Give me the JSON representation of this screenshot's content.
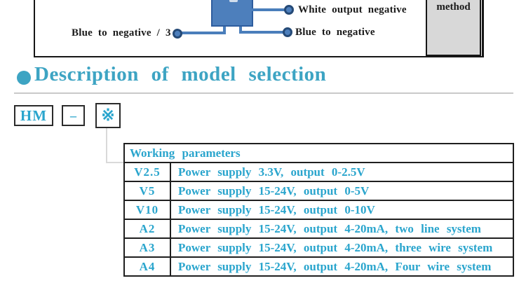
{
  "wiring_diagram": {
    "labels": {
      "white_output_negative": "White output negative",
      "blue_to_negative_slash_3": "Blue to negative / 3",
      "blue_to_negative": "Blue to negative",
      "method": "method"
    },
    "colors": {
      "wire_blue": "#4a7ebb",
      "sensor_box_fill": "#4d7fbc",
      "sensor_box_border": "#2e5d9e",
      "terminal_dot_ring": "#254a77",
      "method_box_fill": "#d8d8d8"
    },
    "icons": {
      "terminal_dot": "filled-circle-connector"
    }
  },
  "section": {
    "title": "Description of model selection",
    "accent_color": "#3da4c3",
    "icons": {
      "bullet": "filled-circle"
    }
  },
  "model_code": {
    "prefix": "HM",
    "separator": "–",
    "placeholder": "※"
  },
  "table": {
    "header": "Working parameters",
    "text_color": "#2aa5cd",
    "rows": [
      {
        "code": "V2.5",
        "desc": "Power supply 3.3V, output 0-2.5V"
      },
      {
        "code": "V5",
        "desc": "Power supply 15-24V, output 0-5V"
      },
      {
        "code": "V10",
        "desc": "Power supply 15-24V, output 0-10V"
      },
      {
        "code": "A2",
        "desc": "Power supply 15-24V, output 4-20mA, two line system"
      },
      {
        "code": "A3",
        "desc": "Power supply 15-24V, output 4-20mA, three wire system"
      },
      {
        "code": "A4",
        "desc": "Power supply 15-24V, output 4-20mA, Four wire system"
      }
    ]
  }
}
